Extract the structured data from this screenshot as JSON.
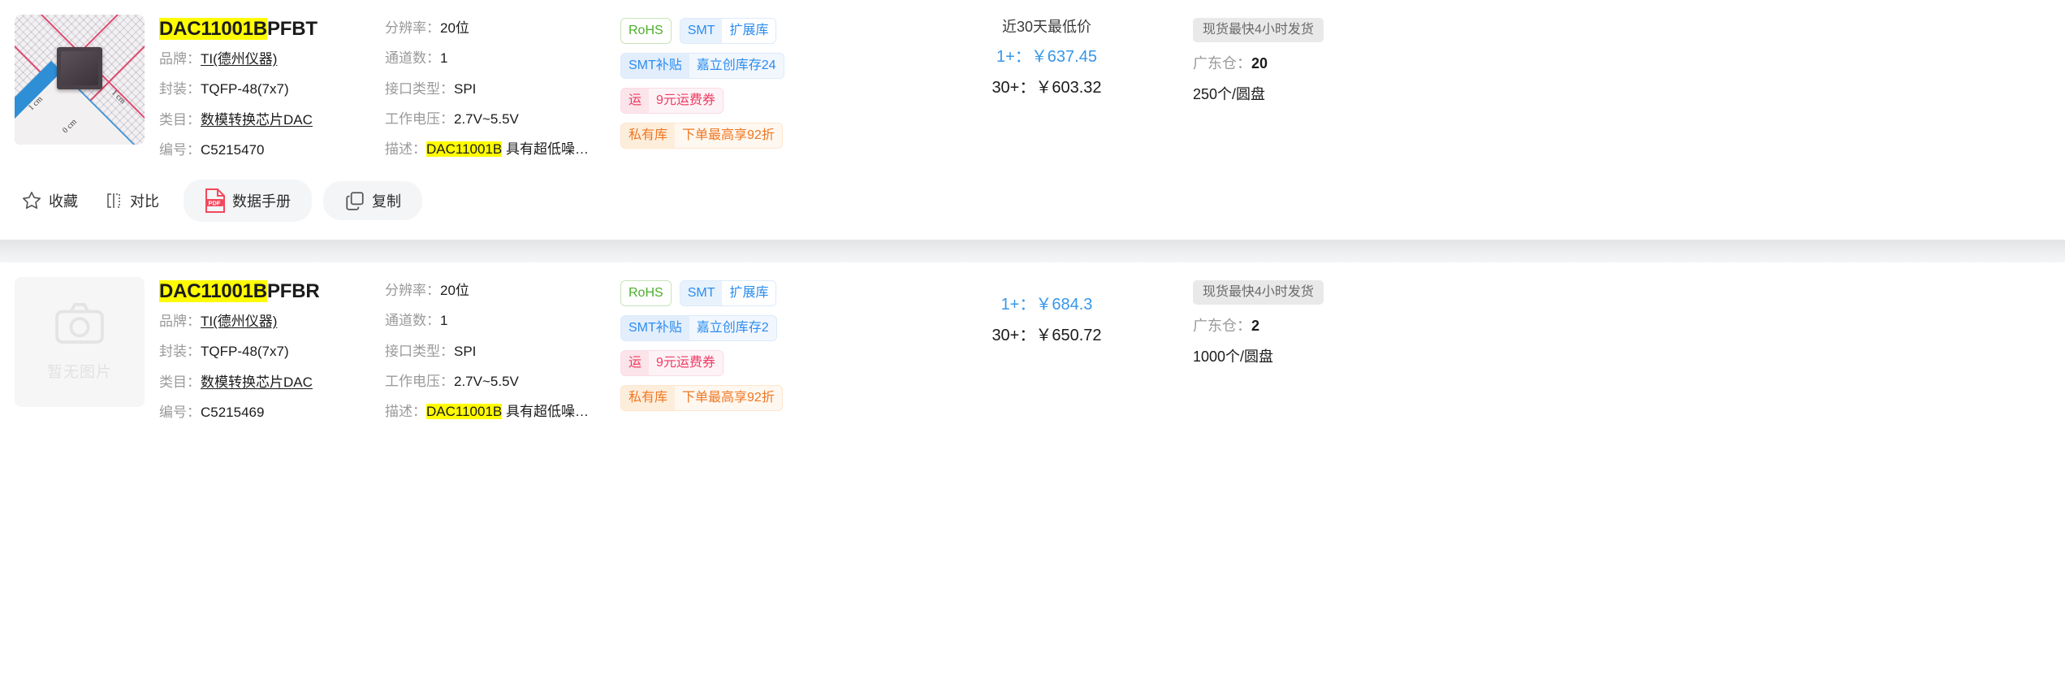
{
  "labels": {
    "brand": "品牌：",
    "package": "封装：",
    "category": "类目：",
    "code": "编号：",
    "resolution": "分辨率：",
    "channels": "通道数：",
    "interface": "接口类型：",
    "voltage": "工作电压：",
    "description": "描述：",
    "warehouse": "广东仓："
  },
  "actions": {
    "favorite": "收藏",
    "compare": "对比",
    "datasheet": "数据手册",
    "copy": "复制",
    "pdf_badge": "PDF"
  },
  "colors": {
    "highlight": "#fffb00",
    "accent_blue": "#3897e8",
    "rohs_green": "#4caf2b",
    "smt_blue": "#2a8cf0",
    "ship_red": "#ef3b63",
    "private_orange": "#f07722"
  },
  "empty_image_text": "暂无图片",
  "thumb_scale": {
    "cm_left": "1 cm",
    "cm_right": "1 cm",
    "cm_zero": "0 cm"
  },
  "products": [
    {
      "id": "product-1",
      "title_highlight": "DAC11001B",
      "title_rest": "PFBT",
      "thumbnail": "chip-photo",
      "attributes": [
        {
          "label": "品牌：",
          "value": "TI(德州仪器)",
          "link": true
        },
        {
          "label": "封装：",
          "value": "TQFP-48(7x7)",
          "link": false
        },
        {
          "label": "类目：",
          "value": "数模转换芯片DAC",
          "link": true
        },
        {
          "label": "编号：",
          "value": "C5215470",
          "link": false
        }
      ],
      "specs": [
        {
          "label": "分辨率：",
          "value": "20位"
        },
        {
          "label": "通道数：",
          "value": "1"
        },
        {
          "label": "接口类型：",
          "value": "SPI"
        },
        {
          "label": "工作电压：",
          "value": "2.7V~5.5V"
        }
      ],
      "description": {
        "label": "描述：",
        "highlight": "DAC11001B",
        "rest": " 具有超低噪…"
      },
      "tags": [
        {
          "type": "rohs",
          "text": "RoHS"
        },
        {
          "type": "smt",
          "a": "SMT",
          "b": "扩展库"
        },
        {
          "type": "subsidy",
          "a": "SMT补贴",
          "b": "嘉立创库存24"
        },
        {
          "type": "ship",
          "a": "运",
          "b": "9元运费券"
        },
        {
          "type": "private",
          "a": "私有库",
          "b": "下单最高享92折"
        }
      ],
      "price_note": "近30天最低价",
      "prices": [
        {
          "qty": "1+：",
          "amount": "￥637.45",
          "accent": true
        },
        {
          "qty": "30+：",
          "amount": "￥603.32",
          "accent": false
        }
      ],
      "stock_badge": "现货最快4小时发货",
      "stock_label": "广东仓：",
      "stock_qty": "20",
      "packaging": "250个/圆盘",
      "show_actions": true
    },
    {
      "id": "product-2",
      "title_highlight": "DAC11001B",
      "title_rest": "PFBR",
      "thumbnail": "no-image",
      "attributes": [
        {
          "label": "品牌：",
          "value": "TI(德州仪器)",
          "link": true
        },
        {
          "label": "封装：",
          "value": "TQFP-48(7x7)",
          "link": false
        },
        {
          "label": "类目：",
          "value": "数模转换芯片DAC",
          "link": true
        },
        {
          "label": "编号：",
          "value": "C5215469",
          "link": false
        }
      ],
      "specs": [
        {
          "label": "分辨率：",
          "value": "20位"
        },
        {
          "label": "通道数：",
          "value": "1"
        },
        {
          "label": "接口类型：",
          "value": "SPI"
        },
        {
          "label": "工作电压：",
          "value": "2.7V~5.5V"
        }
      ],
      "description": {
        "label": "描述：",
        "highlight": "DAC11001B",
        "rest": " 具有超低噪…"
      },
      "tags": [
        {
          "type": "rohs",
          "text": "RoHS"
        },
        {
          "type": "smt",
          "a": "SMT",
          "b": "扩展库"
        },
        {
          "type": "subsidy",
          "a": "SMT补贴",
          "b": "嘉立创库存2"
        },
        {
          "type": "ship",
          "a": "运",
          "b": "9元运费券"
        },
        {
          "type": "private",
          "a": "私有库",
          "b": "下单最高享92折"
        }
      ],
      "price_note": "",
      "prices": [
        {
          "qty": "1+：",
          "amount": "￥684.3",
          "accent": true
        },
        {
          "qty": "30+：",
          "amount": "￥650.72",
          "accent": false
        }
      ],
      "stock_badge": "现货最快4小时发货",
      "stock_label": "广东仓：",
      "stock_qty": "2",
      "packaging": "1000个/圆盘",
      "show_actions": false
    }
  ]
}
